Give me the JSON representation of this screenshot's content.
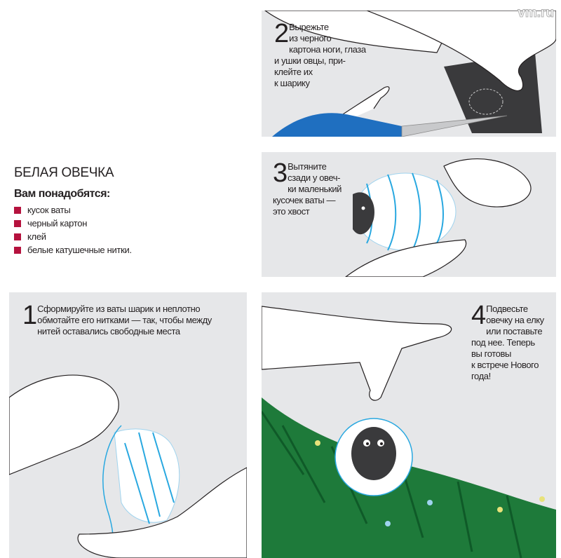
{
  "watermark": "vm.ru",
  "intro": {
    "title": "БЕЛАЯ ОВЕЧКА",
    "need_label": "Вам понадобятся:",
    "items": [
      "кусок ваты",
      "черный картон",
      "клей",
      "белые катушечные нитки."
    ]
  },
  "steps": [
    {
      "number": "1",
      "text": "Сформируйте из ваты шарик и неплотно\nобмотайте его нитками — так, чтобы между\nнитей оставались свободные места"
    },
    {
      "number": "2",
      "text": "Вырежьте\nиз черного\nкартона ноги, глаза\nи ушки овцы, при-\nклейте их\nк шарику"
    },
    {
      "number": "3",
      "text": "Вытяните\nсзади у овеч-\nки маленький\nкусочек ваты —\nэто хвост"
    },
    {
      "number": "4",
      "text": "Подвесьте\nовечку на елку\nили поставьте\nпод нее. Теперь\nвы готовы\nк встрече Нового\nгода!"
    }
  ],
  "colors": {
    "panel": "#e6e7e9",
    "bullet": "#b5123e",
    "scissors": "#1f6fc0",
    "thread": "#29a8e0",
    "fir": "#1e7a3a"
  }
}
